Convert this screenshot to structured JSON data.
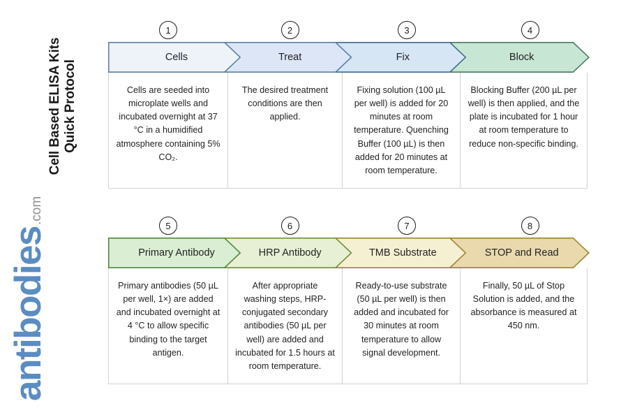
{
  "brand": {
    "title_line1": "Cell Based ELISA Kits",
    "title_line2": "Quick Protocol",
    "logo_main": "antibodies",
    "logo_tld": ".com",
    "logo_color": "#5b8cc2",
    "logo_tld_color": "#8f9194"
  },
  "rows": [
    {
      "id": "row-1",
      "steps": [
        {
          "number": "1",
          "label": "Cells",
          "fill": "#eef3fa",
          "stroke": "#5b7fa6",
          "body": "Cells are seeded into microplate wells and incubated overnight at 37 °C in a humidified atmosphere containing 5% CO₂."
        },
        {
          "number": "2",
          "label": "Treat",
          "fill": "#dde6f7",
          "stroke": "#5b7fa6",
          "body": "The desired treatment conditions are then applied."
        },
        {
          "number": "3",
          "label": "Fix",
          "fill": "#d6e6f5",
          "stroke": "#3f6a92",
          "body": "Fixing solution (100 µL per well) is added for 20 minutes at room temperature. Quenching Buffer (100 µL) is then added for 20 minutes at room temperature."
        },
        {
          "number": "4",
          "label": "Block",
          "fill": "#c8e6d4",
          "stroke": "#4a7a63",
          "body": "Blocking Buffer (200 µL per well) is then applied, and the plate is incubated for 1 hour at room temperature to reduce non-specific binding."
        }
      ]
    },
    {
      "id": "row-2",
      "steps": [
        {
          "number": "5",
          "label": "Primary Antibody",
          "fill": "#daeed3",
          "stroke": "#4e8a3c",
          "body": "Primary antibodies (50 µL per well, 1×) are added and incubated overnight at 4 °C to allow specific binding to the target antigen."
        },
        {
          "number": "6",
          "label": "HRP Antibody",
          "fill": "#e7f0d5",
          "stroke": "#6f8f3a",
          "body": "After appropriate washing steps, HRP-conjugated secondary antibodies (50 µL per well) are added and incubated for 1.5 hours at room temperature."
        },
        {
          "number": "7",
          "label": "TMB Substrate",
          "fill": "#f6f0d2",
          "stroke": "#9d8430",
          "body": "Ready-to-use substrate (50 µL per well) is then added and incubated for 30 minutes at room temperature to allow signal development."
        },
        {
          "number": "8",
          "label": "STOP and Read",
          "fill": "#e9d9ad",
          "stroke": "#9d8430",
          "body": "Finally, 50 µL of Stop Solution is added, and the absorbance is measured at 450 nm."
        }
      ]
    }
  ]
}
